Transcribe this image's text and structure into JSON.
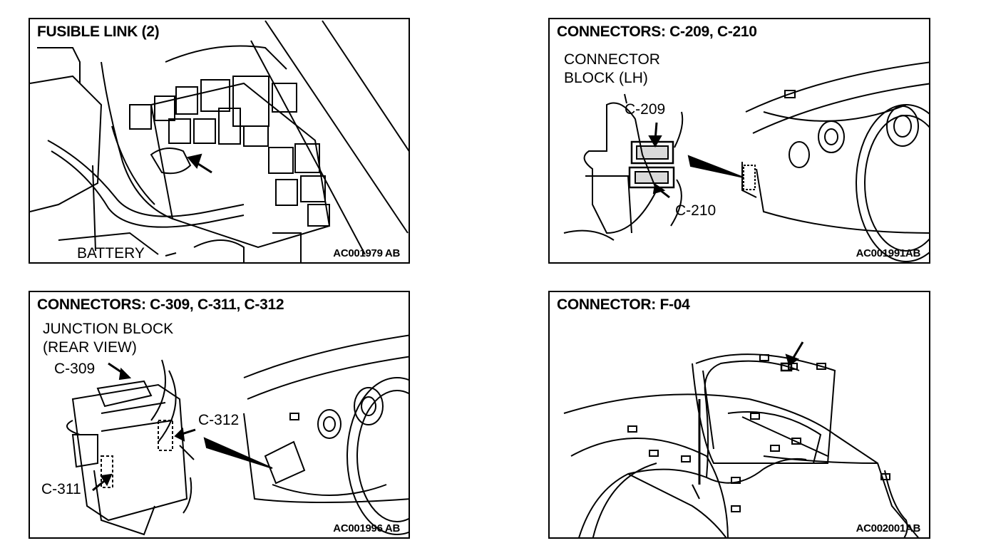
{
  "panels": [
    {
      "title": "FUSIBLE LINK (2)",
      "labels": {
        "battery": "BATTERY"
      },
      "code": "AC001979 AB"
    },
    {
      "title": "CONNECTORS: C-209, C-210",
      "labels": {
        "block_line1": "CONNECTOR",
        "block_line2": "BLOCK (LH)",
        "c209": "C-209",
        "c210": "C-210"
      },
      "code": "AC001991AB"
    },
    {
      "title": "CONNECTORS: C-309, C-311, C-312",
      "labels": {
        "jb_line1": "JUNCTION BLOCK",
        "jb_line2": "(REAR VIEW)",
        "c309": "C-309",
        "c312": "C-312",
        "c311": "C-311"
      },
      "code": "AC001996 AB"
    },
    {
      "title": "CONNECTOR: F-04",
      "labels": {},
      "code": "AC002001AB"
    }
  ]
}
